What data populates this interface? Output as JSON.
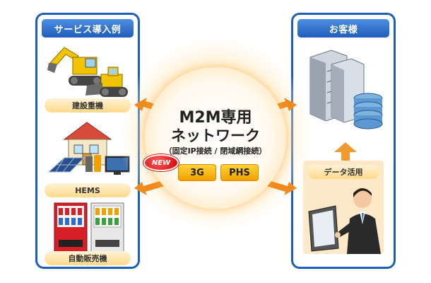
{
  "left_panel": {
    "title": "サービス導入例",
    "items": [
      {
        "label": "建設重機",
        "icon": "construction-machinery"
      },
      {
        "label": "HEMS",
        "icon": "house-with-solar-panels"
      },
      {
        "label": "自動販売機",
        "icon": "vending-machines"
      }
    ]
  },
  "right_panel": {
    "title": "お客様",
    "data_label": "データ活用",
    "icons": [
      "server-rack",
      "database",
      "businessman-with-tablet"
    ]
  },
  "center": {
    "title_line1": "M2M専用",
    "title_line2": "ネットワーク",
    "subtitle": "（固定IP接続 / 閉域網接続）",
    "badge": "NEW",
    "options": [
      "3G",
      "PHS"
    ]
  },
  "colors": {
    "panel_border": "#1e5fb8",
    "header_bg": "#2a6bd0",
    "label_bg": "#ffd98a",
    "arrow": "#f08a1c",
    "pill": "#f5b400",
    "badge": "#d40000"
  }
}
